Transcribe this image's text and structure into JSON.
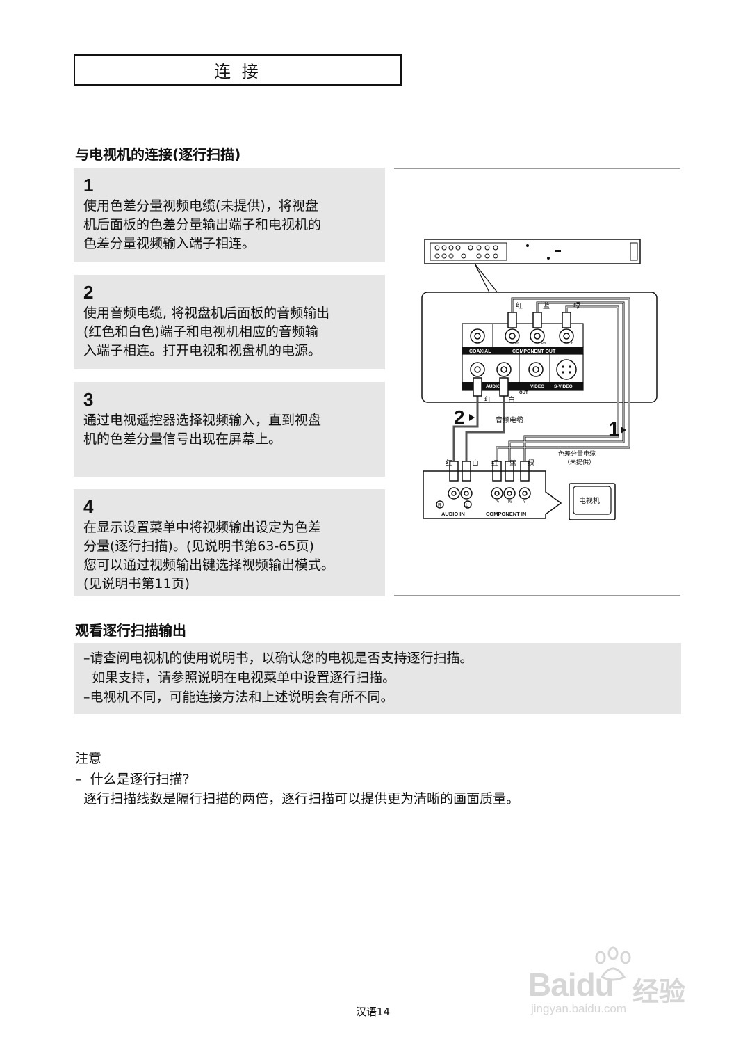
{
  "page": {
    "title": "连 接",
    "section1_heading": "与电视机的连接(逐行扫描)",
    "steps": [
      {
        "num": "1",
        "lines": [
          "使用色差分量视频电缆(未提供)，将视盘",
          "机后面板的色差分量输出端子和电视机的",
          "色差分量视频输入端子相连。"
        ]
      },
      {
        "num": "2",
        "lines": [
          "使用音频电缆, 将视盘机后面板的音频输出",
          "(红色和白色)端子和电视机相应的音频输",
          "入端子相连。打开电视和视盘机的电源。"
        ]
      },
      {
        "num": "3",
        "lines": [
          "通过电视遥控器选择视频输入，直到视盘",
          "机的色差分量信号出现在屏幕上。"
        ]
      },
      {
        "num": "4",
        "lines": [
          "在显示设置菜单中将视频输出设定为色差",
          "分量(逐行扫描)。(见说明书第63-65页)",
          "您可以通过视频输出键选择视频输出模式。",
          "(见说明书第11页)"
        ]
      }
    ],
    "section2_heading": "观看逐行扫描输出",
    "watch_lines": [
      "–请查阅电视机的使用说明书，以确认您的电视是否支持逐行扫描。",
      "  如果支持，请参照说明在电视菜单中设置逐行扫描。",
      "–电视机不同，可能连接方法和上述说明会有所不同。"
    ],
    "note_heading": "注意",
    "note_lines": [
      "–  什么是逐行扫描?",
      "  逐行扫描线数是隔行扫描的两倍，逐行扫描可以提供更为清晰的画面质量。"
    ],
    "footer": "汉语14"
  },
  "diagram": {
    "labels": {
      "red": "红",
      "blue": "蓝",
      "green": "绿",
      "white": "白",
      "coaxial": "COAXIAL",
      "component_out": "COMPONENT OUT",
      "audio": "AUDIO",
      "video": "VIDEO",
      "svideo": "S-VIDEO",
      "out": "OUT",
      "pr": "Pr",
      "pb": "Pb",
      "y": "Y",
      "audio_cable": "音频电缆",
      "component_cable": "色差分量电缆",
      "not_supplied": "（未提供）",
      "audio_in": "AUDIO IN",
      "component_in": "COMPONENT IN",
      "tv": "电视机",
      "step1": "1",
      "step2": "2",
      "r": "R",
      "l": "L"
    },
    "colors": {
      "line": "#111111",
      "gray_cable": "#555555"
    }
  },
  "watermark": {
    "brand": "Baidu",
    "brand_cn": "经验",
    "url": "jingyan.baidu.com"
  }
}
